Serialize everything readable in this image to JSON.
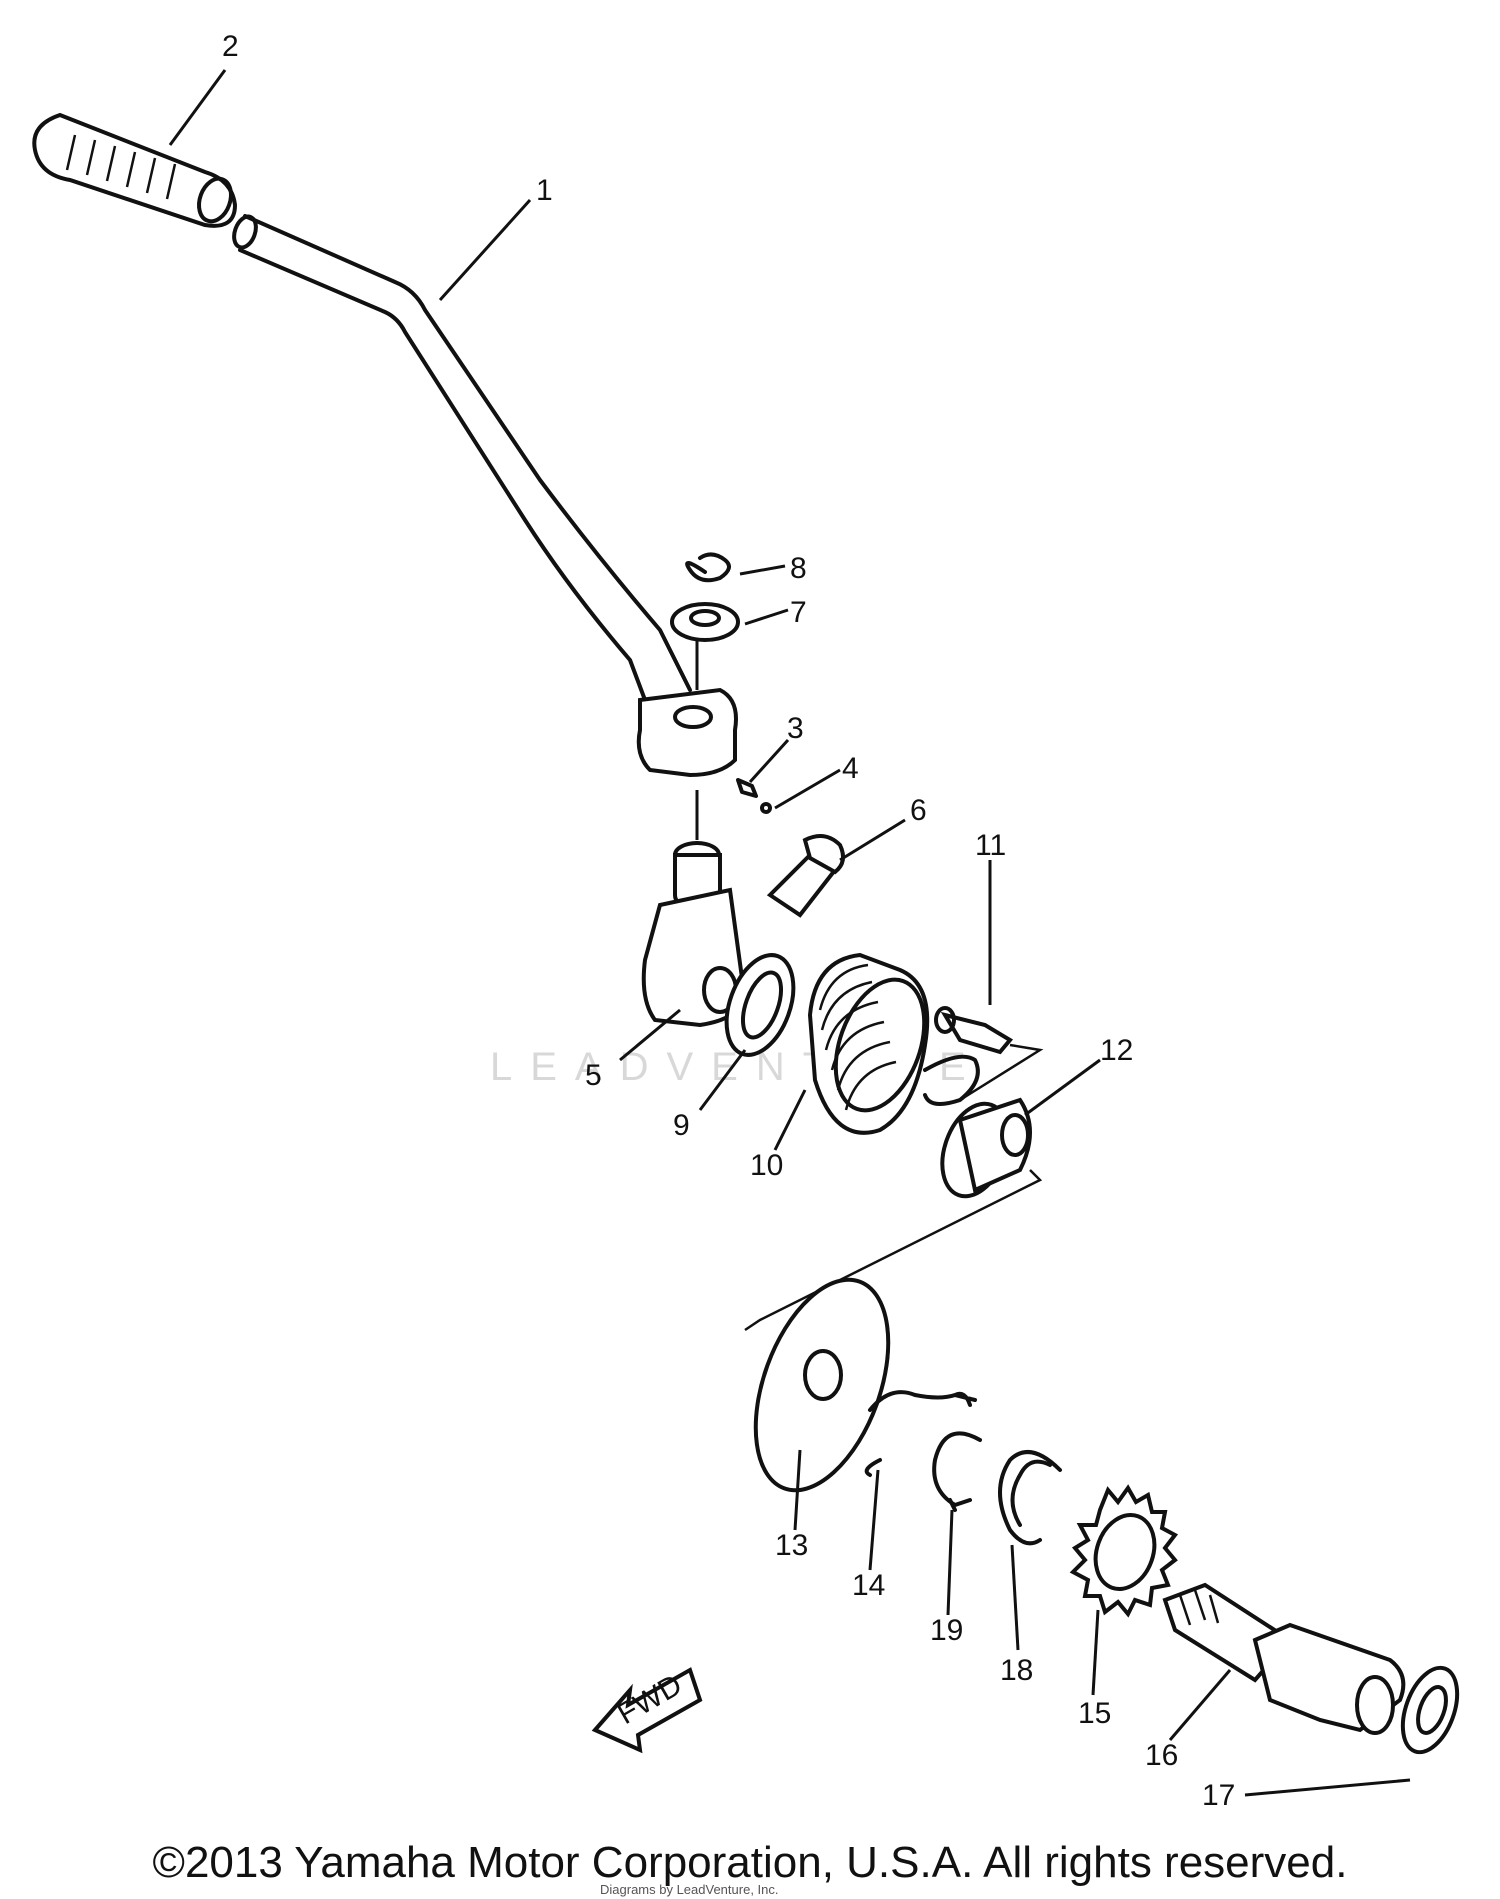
{
  "callouts": [
    "1",
    "2",
    "3",
    "4",
    "5",
    "6",
    "7",
    "8",
    "9",
    "10",
    "11",
    "12",
    "13",
    "14",
    "15",
    "16",
    "17",
    "18",
    "19"
  ],
  "fwd_label": "FWD",
  "watermark": "LEADVENTURE",
  "copyright": "©2013 Yamaha Motor Corporation, U.S.A. All rights reserved.",
  "credit": "Diagrams by LeadVenture, Inc."
}
